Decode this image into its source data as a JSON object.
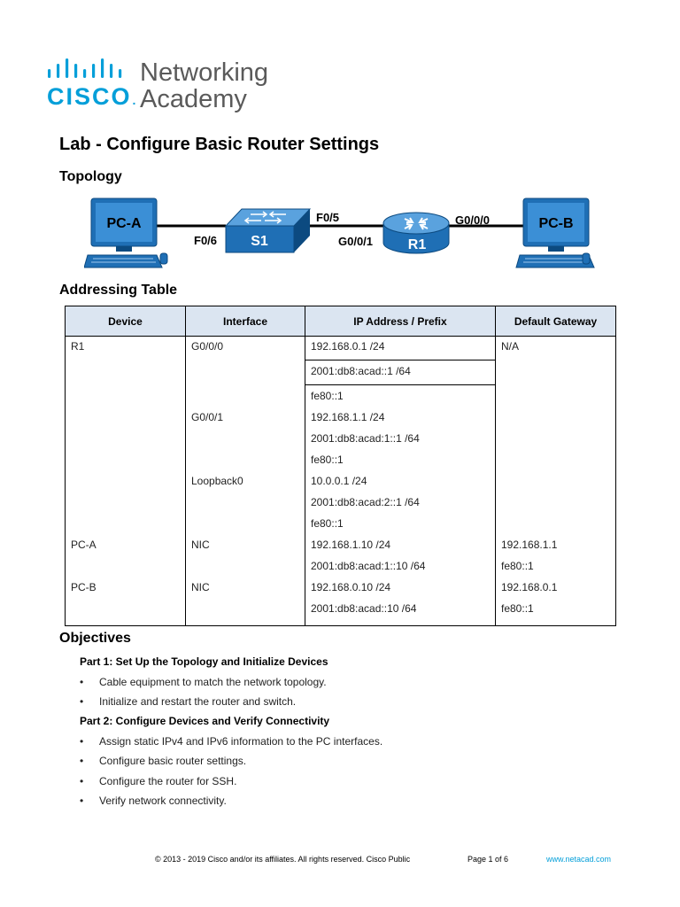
{
  "header": {
    "logo_wordmark": "CISCO",
    "logo_dot": ".",
    "logo_line1": "Networking",
    "logo_line2": "Academy"
  },
  "title": "Lab - Configure Basic Router Settings",
  "topology": {
    "heading": "Topology",
    "devices": {
      "pc_a": "PC-A",
      "switch": "S1",
      "router": "R1",
      "pc_b": "PC-B"
    },
    "ports": {
      "s1_f06": "F0/6",
      "s1_f05": "F0/5",
      "r1_g001": "G0/0/1",
      "r1_g000": "G0/0/0"
    },
    "colors": {
      "device_blue": "#1f6fb5",
      "device_dark": "#0c4a80",
      "cable": "#000000"
    }
  },
  "addressing_table": {
    "heading": "Addressing Table",
    "headers": [
      "Device",
      "Interface",
      "IP Address / Prefix",
      "Default Gateway"
    ],
    "rows": [
      [
        "R1",
        "G0/0/0",
        "192.168.0.1 /24",
        "N/A"
      ],
      [
        "",
        "",
        "2001:db8:acad::1 /64",
        ""
      ],
      [
        "",
        "",
        "fe80::1",
        ""
      ],
      [
        "",
        "G0/0/1",
        "192.168.1.1 /24",
        ""
      ],
      [
        "",
        "",
        "2001:db8:acad:1::1 /64",
        ""
      ],
      [
        "",
        "",
        "fe80::1",
        ""
      ],
      [
        "",
        "Loopback0",
        "10.0.0.1 /24",
        ""
      ],
      [
        "",
        "",
        "2001:db8:acad:2::1 /64",
        ""
      ],
      [
        "",
        "",
        "fe80::1",
        ""
      ],
      [
        "PC-A",
        "NIC",
        "192.168.1.10 /24",
        "192.168.1.1"
      ],
      [
        "",
        "",
        "2001:db8:acad:1::10 /64",
        "fe80::1"
      ],
      [
        "PC-B",
        "NIC",
        "192.168.0.10 /24",
        "192.168.0.1"
      ],
      [
        "",
        "",
        "2001:db8:acad::10 /64",
        "fe80::1"
      ]
    ],
    "header_bg": "#dbe5f1"
  },
  "objectives": {
    "heading": "Objectives",
    "part1": {
      "title": "Part 1: Set Up the Topology and Initialize Devices",
      "items": [
        "Cable equipment to match the network topology.",
        "Initialize and restart the router and switch."
      ]
    },
    "part2": {
      "title": "Part 2: Configure Devices and Verify Connectivity",
      "items": [
        "Assign static IPv4 and IPv6 information to the PC interfaces.",
        "Configure basic router settings.",
        "Configure the router for SSH.",
        "Verify network connectivity."
      ]
    },
    "bullet_char": "•"
  },
  "footer": {
    "copyright": "© 2013 - 2019 Cisco and/or its affiliates. All rights reserved. Cisco Public",
    "page": "Page 1 of 6",
    "website": "www.netacad.com",
    "accent": "#049fd9"
  }
}
